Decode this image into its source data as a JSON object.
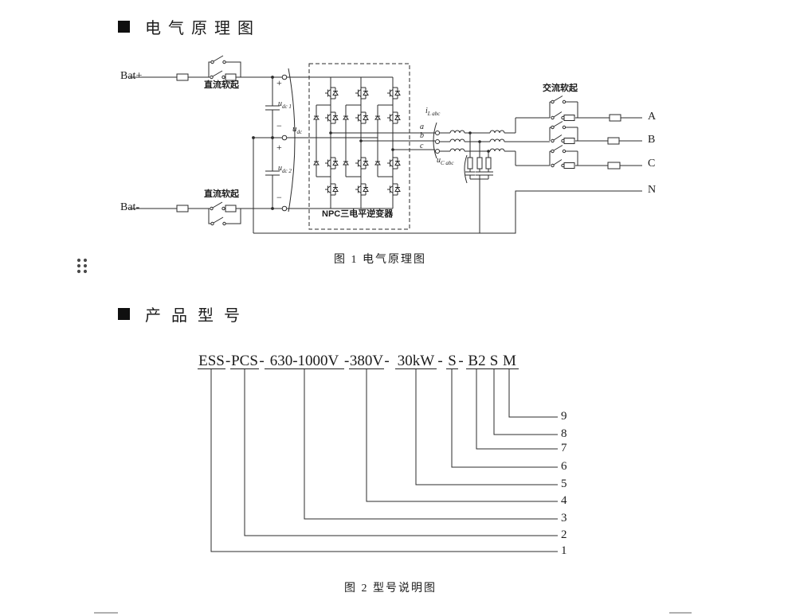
{
  "section1": {
    "bullet": "■",
    "title": "电气原理图"
  },
  "section2": {
    "bullet": "■",
    "title": "产品型号"
  },
  "fig1": {
    "caption": "图 1 电气原理图",
    "bat_plus": "Bat+",
    "bat_minus": "Bat-",
    "dc_soft": "直流软起",
    "ac_soft": "交流软起",
    "npc_label": "NPC三电平逆变器",
    "polarity": [
      "+",
      "−",
      "+",
      "−"
    ],
    "udc1": {
      "base": "u",
      "sub": "dc 1"
    },
    "udc": {
      "base": "u",
      "sub": "dc"
    },
    "udc2": {
      "base": "u",
      "sub": "dc 2"
    },
    "il": {
      "base": "i",
      "sub": "L abc"
    },
    "uc": {
      "base": "u",
      "sub": "C abc"
    },
    "phases": [
      "a",
      "b",
      "c"
    ],
    "terminals": [
      "A",
      "B",
      "C",
      "N"
    ]
  },
  "fig2": {
    "caption": "图 2 型号说明图",
    "model_full": "ESS-PCS-630-1000V-380V- 30kW- S- B2SM",
    "segments": [
      "ESS",
      "PCS",
      "630-1000V",
      "380V",
      "30kW",
      "S",
      "B2",
      "S",
      "M"
    ],
    "separator": "-",
    "numbers": [
      "1",
      "2",
      "3",
      "4",
      "5",
      "6",
      "7",
      "8",
      "9"
    ]
  }
}
